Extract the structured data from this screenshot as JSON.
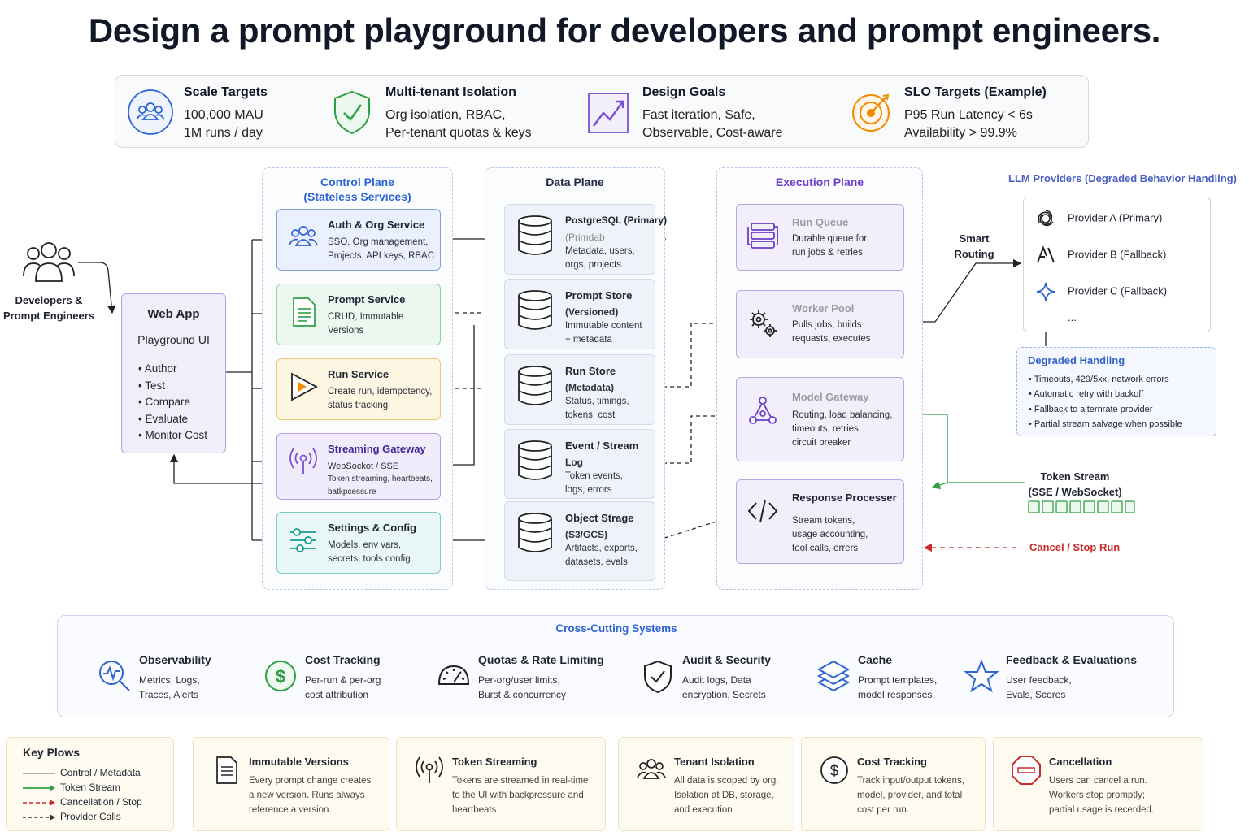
{
  "title": "Design a prompt playground for developers and prompt engineers.",
  "top_cards": [
    {
      "title": "Scale Targets",
      "line1": "100,000 MAU",
      "line2": "1M runs / day",
      "icon": "users-icon"
    },
    {
      "title": "Multi-tenant Isolation",
      "line1": "Org isolation, RBAC,",
      "line2": "Per-tenant quotas & keys",
      "icon": "shield-icon"
    },
    {
      "title": "Design Goals",
      "line1": "Fast iteration, Safe,",
      "line2": "Observable, Cost-aware",
      "icon": "chart-up-icon"
    },
    {
      "title": "SLO Targets (Example)",
      "line1": "P95 Run Latency < 6s",
      "line2": "Availability > 99.9%",
      "icon": "target-icon"
    }
  ],
  "users": {
    "label_line1": "Developers &",
    "label_line2": "Prompt Engineers"
  },
  "web_app": {
    "title": "Web App",
    "subtitle": "Playground UI",
    "items": [
      "Author",
      "Test",
      "Compare",
      "Evaluate",
      "Monitor Cost"
    ]
  },
  "control_plane": {
    "title_line1": "Control Plane",
    "title_line2": "(Stateless Services)",
    "services": [
      {
        "title": "Auth & Org Service",
        "desc1": "SSO, Org management,",
        "desc2": "Projects, API keys, RBAC"
      },
      {
        "title": "Prompt Service",
        "desc1": "CRUD, Immutable",
        "desc2": "Versions"
      },
      {
        "title": "Run Service",
        "desc1": "Create run, idempotency,",
        "desc2": "status tracking"
      },
      {
        "title": "Streaming Gateway",
        "desc1": "WebSockot / SSE",
        "desc2": "Token streaming, heartbeats,",
        "desc3": "batkpcessure"
      },
      {
        "title": "Settings & Config",
        "desc1": "Models, env vars,",
        "desc2": "secrets, tools config"
      }
    ]
  },
  "data_plane": {
    "title": "Data Plane",
    "stores": [
      {
        "title": "PostgreSQL (Primary)",
        "sub": "(Primdab",
        "desc1": "Metadata, users,",
        "desc2": "orgs, projects"
      },
      {
        "title": "Prompt Store",
        "sub": "(Versioned)",
        "desc1": "Immutable content",
        "desc2": "+ metadata"
      },
      {
        "title": "Run Store",
        "sub": "(Metadata)",
        "desc1": "Status, timings,",
        "desc2": "tokens, cost"
      },
      {
        "title": "Event / Stream",
        "sub": "Log",
        "desc1": "Token events,",
        "desc2": "logs, errors"
      },
      {
        "title": "Object Strage",
        "sub": "(S3/GCS)",
        "desc1": "Artifacts, exports,",
        "desc2": "datasets, evals"
      }
    ]
  },
  "execution_plane": {
    "title": "Execution Plane",
    "components": [
      {
        "title": "Run Queue",
        "desc1": "Durable queue for",
        "desc2": "run jobs & retries"
      },
      {
        "title": "Worker Pool",
        "desc1": "Pulls jobs, builds",
        "desc2": "requasts, executes"
      },
      {
        "title": "Model Gateway",
        "desc1": "Routing, load balancing,",
        "desc2": "timeouts, retries,",
        "desc3": "circuit breaker"
      },
      {
        "title": "Response Processer",
        "desc1": "Stream tokens,",
        "desc2": "usage accounting,",
        "desc3": "tool calls, errers"
      }
    ]
  },
  "smart_routing": {
    "line1": "Smart",
    "line2": "Routing"
  },
  "providers": {
    "title": "LLM Providers (Degraded Behavior Handling)",
    "items": [
      "Provider A (Primary)",
      "Provider B (Fallback)",
      "Provider C (Fallback)",
      "..."
    ]
  },
  "degraded": {
    "title": "Degraded Handling",
    "items": [
      "Timeouts, 429/5xx, network errors",
      "Automatic retry with backoff",
      "Fallback to alternrate provider",
      "Partial stream salvage when possible"
    ]
  },
  "token_stream": {
    "line1": "Token Stream",
    "line2": "(SSE / WebSocket)",
    "color": "#2f9e44"
  },
  "cancel": {
    "label": "Cancel / Stop Run",
    "color": "#c92a2a"
  },
  "cross_cutting": {
    "title": "Cross-Cutting Systems",
    "items": [
      {
        "title": "Observability",
        "desc1": "Metrics, Logs,",
        "desc2": "Traces, Alerts"
      },
      {
        "title": "Cost Tracking",
        "desc1": "Per-run & per-org",
        "desc2": "cost attribution"
      },
      {
        "title": "Quotas & Rate Limiting",
        "desc1": "Per-org/user limits,",
        "desc2": "Burst & concurrency"
      },
      {
        "title": "Audit & Security",
        "desc1": "Audit logs, Data",
        "desc2": "encryption, Secrets"
      },
      {
        "title": "Cache",
        "desc1": "Prompt templates,",
        "desc2": "model responses"
      },
      {
        "title": "Feedback & Evaluations",
        "desc1": "User feedback,",
        "desc2": "Evals, Scores"
      }
    ]
  },
  "legend": {
    "title": "Key Plows",
    "items": [
      "Control / Metadata",
      "Token Stream",
      "Cancellation / Stop",
      "Provider Calls"
    ]
  },
  "notes": [
    {
      "title": "Immutable Versions",
      "desc1": "Every prompt change creates",
      "desc2": "a new version. Runs always",
      "desc3": "reference a version."
    },
    {
      "title": "Token Streaming",
      "desc1": "Tokens are streamed in real-time",
      "desc2": "to the UI with backpressure and",
      "desc3": "heartbeats."
    },
    {
      "title": "Tenant Isolation",
      "desc1": "All data is scoped by org.",
      "desc2": "Isolation at DB, storage,",
      "desc3": "and execution."
    },
    {
      "title": "Cost Tracking",
      "desc1": "Track input/output tokens,",
      "desc2": "model, provider, and total",
      "desc3": "cost per run."
    },
    {
      "title": "Cancellation",
      "desc1": "Users can cancel a run.",
      "desc2": "Workers stop promptly;",
      "desc3": "partial usage is recerded."
    }
  ],
  "colors": {
    "control_plane": "#2e64d2",
    "data_plane": "#1e2a44",
    "execution_plane": "#6b3fc9",
    "providers_title": "#4a5fc1"
  }
}
